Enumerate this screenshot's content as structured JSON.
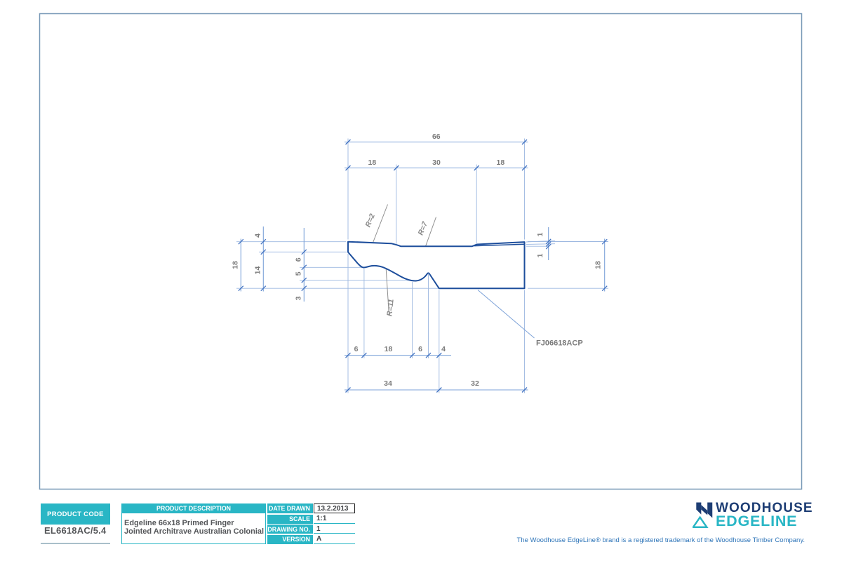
{
  "drawing": {
    "dims": {
      "top_total": "66",
      "top_segments": [
        "18",
        "30",
        "18"
      ],
      "left_total": "18",
      "left_pair": [
        "4",
        "14"
      ],
      "left_inner": [
        "6",
        "5",
        "3"
      ],
      "right_ones": [
        "1",
        "1"
      ],
      "right_total": "18",
      "bottom_segments": [
        "6",
        "18",
        "6",
        "4"
      ],
      "bottom_totals": [
        "34",
        "32"
      ]
    },
    "radii": [
      "R=2",
      "R=7",
      "R=11"
    ],
    "part_code": "FJ06618ACP"
  },
  "title_block": {
    "product_code_label": "PRODUCT CODE",
    "product_code": "EL6618AC/5.4",
    "description_label": "PRODUCT DESCRIPTION",
    "description_line1": "Edgeline 66x18 Primed Finger",
    "description_line2": "Jointed Architrave Australian Colonial",
    "rows": [
      {
        "label": "DATE DRAWN",
        "value": "13.2.2013"
      },
      {
        "label": "SCALE",
        "value": "1:1"
      },
      {
        "label": "DRAWING NO.",
        "value": "1"
      },
      {
        "label": "VERSION",
        "value": "A"
      }
    ]
  },
  "logo": {
    "line1": "WOODHOUSE",
    "line2": "EDGELINE"
  },
  "footer": {
    "trademark": "The Woodhouse EdgeLine® brand is a registered trademark of the Woodhouse Timber Company."
  },
  "colors": {
    "teal": "#29b6c5",
    "navy": "#1d3d74",
    "profile_blue": "#1d4e9c",
    "dim_blue": "#7da2d8",
    "text_gray": "#7b7b7b"
  }
}
